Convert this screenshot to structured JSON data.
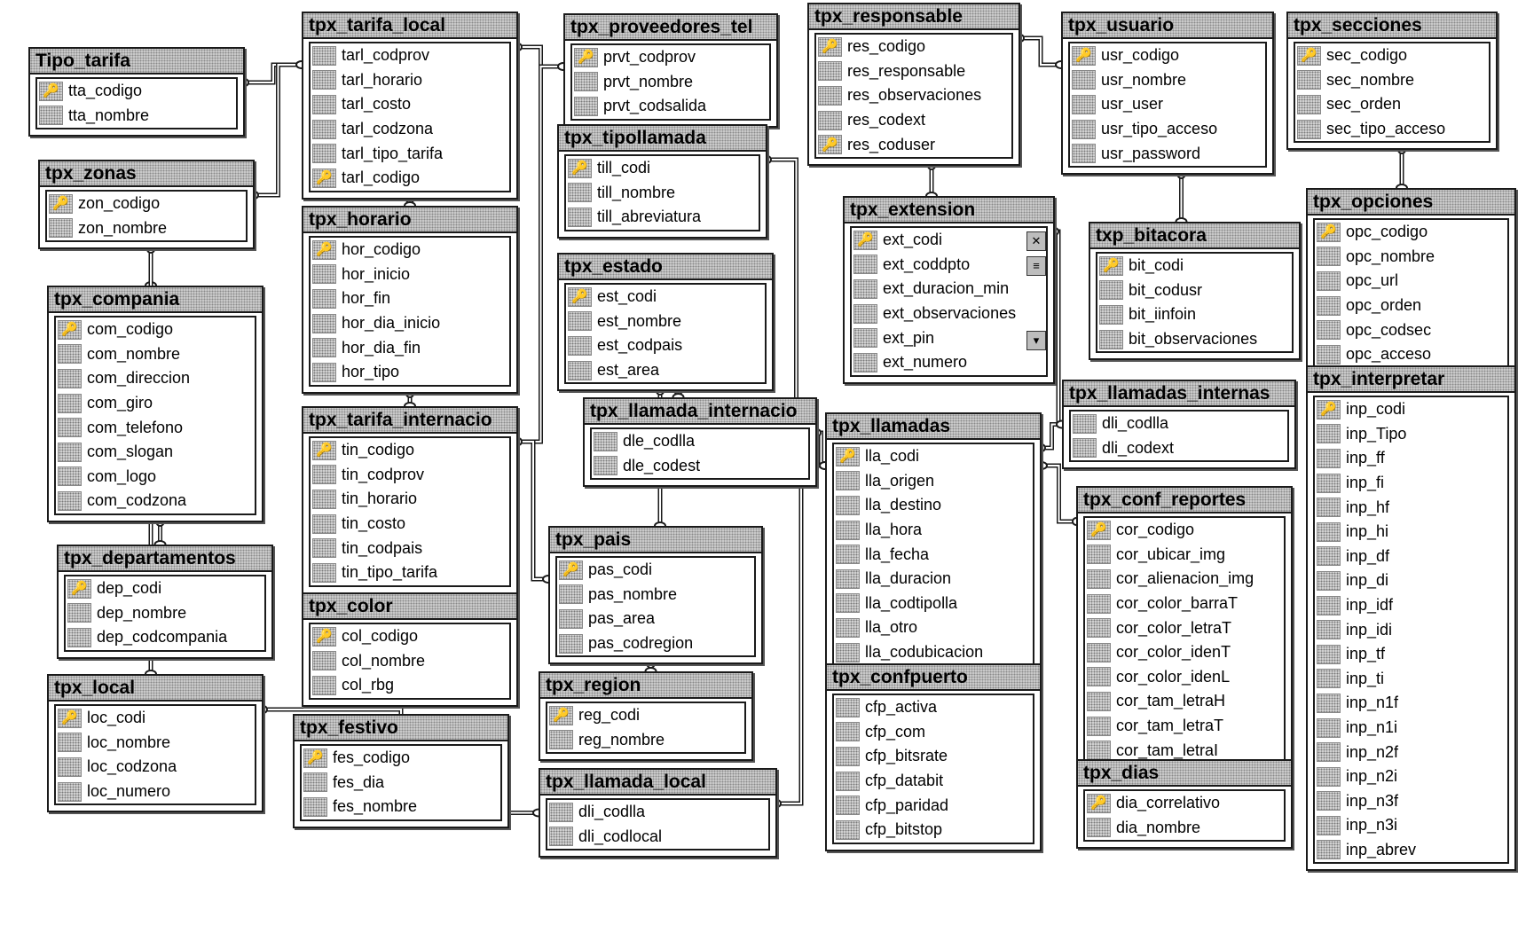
{
  "tables": [
    {
      "id": "tipo_tarifa",
      "title": "Tipo_tarifa",
      "fields": [
        {
          "name": "tta_codigo",
          "key": true
        },
        {
          "name": "tta_nombre",
          "key": false
        }
      ]
    },
    {
      "id": "tpx_tarifa_local",
      "title": "tpx_tarifa_local",
      "fields": [
        {
          "name": "tarl_codprov",
          "key": false
        },
        {
          "name": "tarl_horario",
          "key": false
        },
        {
          "name": "tarl_costo",
          "key": false
        },
        {
          "name": "tarl_codzona",
          "key": false
        },
        {
          "name": "tarl_tipo_tarifa",
          "key": false
        },
        {
          "name": "tarl_codigo",
          "key": true
        }
      ]
    },
    {
      "id": "tpx_proveedores_tel",
      "title": "tpx_proveedores_tel",
      "fields": [
        {
          "name": "prvt_codprov",
          "key": true
        },
        {
          "name": "prvt_nombre",
          "key": false
        },
        {
          "name": "prvt_codsalida",
          "key": false
        }
      ]
    },
    {
      "id": "tpx_responsable",
      "title": "tpx_responsable",
      "fields": [
        {
          "name": "res_codigo",
          "key": true
        },
        {
          "name": "res_responsable",
          "key": false
        },
        {
          "name": "res_observaciones",
          "key": false
        },
        {
          "name": "res_codext",
          "key": false
        },
        {
          "name": "res_coduser",
          "key": true
        }
      ]
    },
    {
      "id": "tpx_usuario",
      "title": "tpx_usuario",
      "fields": [
        {
          "name": "usr_codigo",
          "key": true
        },
        {
          "name": "usr_nombre",
          "key": false
        },
        {
          "name": "usr_user",
          "key": false
        },
        {
          "name": "usr_tipo_acceso",
          "key": false
        },
        {
          "name": "usr_password",
          "key": false
        }
      ]
    },
    {
      "id": "tpx_secciones",
      "title": "tpx_secciones",
      "fields": [
        {
          "name": "sec_codigo",
          "key": true
        },
        {
          "name": "sec_nombre",
          "key": false
        },
        {
          "name": "sec_orden",
          "key": false
        },
        {
          "name": "sec_tipo_acceso",
          "key": false
        }
      ]
    },
    {
      "id": "tpx_zonas",
      "title": "tpx_zonas",
      "fields": [
        {
          "name": "zon_codigo",
          "key": true
        },
        {
          "name": "zon_nombre",
          "key": false
        }
      ]
    },
    {
      "id": "tpx_tipollamada",
      "title": "tpx_tipollamada",
      "fields": [
        {
          "name": "till_codi",
          "key": true
        },
        {
          "name": "till_nombre",
          "key": false
        },
        {
          "name": "till_abreviatura",
          "key": false
        }
      ]
    },
    {
      "id": "tpx_horario",
      "title": "tpx_horario",
      "fields": [
        {
          "name": "hor_codigo",
          "key": true
        },
        {
          "name": "hor_inicio",
          "key": false
        },
        {
          "name": "hor_fin",
          "key": false
        },
        {
          "name": "hor_dia_inicio",
          "key": false
        },
        {
          "name": "hor_dia_fin",
          "key": false
        },
        {
          "name": "hor_tipo",
          "key": false
        }
      ]
    },
    {
      "id": "tpx_extension",
      "title": "tpx_extension",
      "fields": [
        {
          "name": "ext_codi",
          "key": true
        },
        {
          "name": "ext_coddpto",
          "key": false
        },
        {
          "name": "ext_duracion_min",
          "key": false
        },
        {
          "name": "ext_observaciones",
          "key": false
        },
        {
          "name": "ext_pin",
          "key": false
        },
        {
          "name": "ext_numero",
          "key": false
        }
      ]
    },
    {
      "id": "txp_bitacora",
      "title": "txp_bitacora",
      "fields": [
        {
          "name": "bit_codi",
          "key": true
        },
        {
          "name": "bit_codusr",
          "key": false
        },
        {
          "name": "bit_iinfoin",
          "key": false
        },
        {
          "name": "bit_observaciones",
          "key": false
        }
      ]
    },
    {
      "id": "tpx_opciones",
      "title": "tpx_opciones",
      "fields": [
        {
          "name": "opc_codigo",
          "key": true
        },
        {
          "name": "opc_nombre",
          "key": false
        },
        {
          "name": "opc_url",
          "key": false
        },
        {
          "name": "opc_orden",
          "key": false
        },
        {
          "name": "opc_codsec",
          "key": false
        },
        {
          "name": "opc_acceso",
          "key": false
        }
      ]
    },
    {
      "id": "tpx_compania",
      "title": "tpx_compania",
      "fields": [
        {
          "name": "com_codigo",
          "key": true
        },
        {
          "name": "com_nombre",
          "key": false
        },
        {
          "name": "com_direccion",
          "key": false
        },
        {
          "name": "com_giro",
          "key": false
        },
        {
          "name": "com_telefono",
          "key": false
        },
        {
          "name": "com_slogan",
          "key": false
        },
        {
          "name": "com_logo",
          "key": false
        },
        {
          "name": "com_codzona",
          "key": false
        }
      ]
    },
    {
      "id": "tpx_estado",
      "title": "tpx_estado",
      "fields": [
        {
          "name": "est_codi",
          "key": true
        },
        {
          "name": "est_nombre",
          "key": false
        },
        {
          "name": "est_codpais",
          "key": false
        },
        {
          "name": "est_area",
          "key": false
        }
      ]
    },
    {
      "id": "tpx_llamadas_internas",
      "title": "tpx_llamadas_internas",
      "fields": [
        {
          "name": "dli_codlla",
          "key": false
        },
        {
          "name": "dli_codext",
          "key": false
        }
      ]
    },
    {
      "id": "tpx_interpretar",
      "title": "tpx_interpretar",
      "fields": [
        {
          "name": "inp_codi",
          "key": true
        },
        {
          "name": "inp_Tipo",
          "key": false
        },
        {
          "name": "inp_ff",
          "key": false
        },
        {
          "name": "inp_fi",
          "key": false
        },
        {
          "name": "inp_hf",
          "key": false
        },
        {
          "name": "inp_hi",
          "key": false
        },
        {
          "name": "inp_df",
          "key": false
        },
        {
          "name": "inp_di",
          "key": false
        },
        {
          "name": "inp_idf",
          "key": false
        },
        {
          "name": "inp_idi",
          "key": false
        },
        {
          "name": "inp_tf",
          "key": false
        },
        {
          "name": "inp_ti",
          "key": false
        },
        {
          "name": "inp_n1f",
          "key": false
        },
        {
          "name": "inp_n1i",
          "key": false
        },
        {
          "name": "inp_n2f",
          "key": false
        },
        {
          "name": "inp_n2i",
          "key": false
        },
        {
          "name": "inp_n3f",
          "key": false
        },
        {
          "name": "inp_n3i",
          "key": false
        },
        {
          "name": "inp_abrev",
          "key": false
        }
      ]
    },
    {
      "id": "tpx_tarifa_internacio",
      "title": "tpx_tarifa_internacio",
      "fields": [
        {
          "name": "tin_codigo",
          "key": true
        },
        {
          "name": "tin_codprov",
          "key": false
        },
        {
          "name": "tin_horario",
          "key": false
        },
        {
          "name": "tin_costo",
          "key": false
        },
        {
          "name": "tin_codpais",
          "key": false
        },
        {
          "name": "tin_tipo_tarifa",
          "key": false
        }
      ]
    },
    {
      "id": "tpx_llamada_internacio",
      "title": "tpx_llamada_internacio",
      "fields": [
        {
          "name": "dle_codlla",
          "key": false
        },
        {
          "name": "dle_codest",
          "key": false
        }
      ]
    },
    {
      "id": "tpx_llamadas",
      "title": "tpx_llamadas",
      "fields": [
        {
          "name": "lla_codi",
          "key": true
        },
        {
          "name": "lla_origen",
          "key": false
        },
        {
          "name": "lla_destino",
          "key": false
        },
        {
          "name": "lla_hora",
          "key": false
        },
        {
          "name": "lla_fecha",
          "key": false
        },
        {
          "name": "lla_duracion",
          "key": false
        },
        {
          "name": "lla_codtipolla",
          "key": false
        },
        {
          "name": "lla_otro",
          "key": false
        },
        {
          "name": "lla_codubicacion",
          "key": false
        }
      ]
    },
    {
      "id": "tpx_conf_reportes",
      "title": "tpx_conf_reportes",
      "fields": [
        {
          "name": "cor_codigo",
          "key": true
        },
        {
          "name": "cor_ubicar_img",
          "key": false
        },
        {
          "name": "cor_alienacion_img",
          "key": false
        },
        {
          "name": "cor_color_barraT",
          "key": false
        },
        {
          "name": "cor_color_letraT",
          "key": false
        },
        {
          "name": "cor_color_idenT",
          "key": false
        },
        {
          "name": "cor_color_idenL",
          "key": false
        },
        {
          "name": "cor_tam_letraH",
          "key": false
        },
        {
          "name": "cor_tam_letraT",
          "key": false
        },
        {
          "name": "cor_tam_letraI",
          "key": false
        }
      ]
    },
    {
      "id": "tpx_pais",
      "title": "tpx_pais",
      "fields": [
        {
          "name": "pas_codi",
          "key": true
        },
        {
          "name": "pas_nombre",
          "key": false
        },
        {
          "name": "pas_area",
          "key": false
        },
        {
          "name": "pas_codregion",
          "key": false
        }
      ]
    },
    {
      "id": "tpx_departamentos",
      "title": "tpx_departamentos",
      "fields": [
        {
          "name": "dep_codi",
          "key": true
        },
        {
          "name": "dep_nombre",
          "key": false
        },
        {
          "name": "dep_codcompania",
          "key": false
        }
      ]
    },
    {
      "id": "tpx_color",
      "title": "tpx_color",
      "fields": [
        {
          "name": "col_codigo",
          "key": true
        },
        {
          "name": "col_nombre",
          "key": false
        },
        {
          "name": "col_rbg",
          "key": false
        }
      ]
    },
    {
      "id": "tpx_local",
      "title": "tpx_local",
      "fields": [
        {
          "name": "loc_codi",
          "key": true
        },
        {
          "name": "loc_nombre",
          "key": false
        },
        {
          "name": "loc_codzona",
          "key": false
        },
        {
          "name": "loc_numero",
          "key": false
        }
      ]
    },
    {
      "id": "tpx_region",
      "title": "tpx_region",
      "fields": [
        {
          "name": "reg_codi",
          "key": true
        },
        {
          "name": "reg_nombre",
          "key": false
        }
      ]
    },
    {
      "id": "tpx_confpuerto",
      "title": "tpx_confpuerto",
      "fields": [
        {
          "name": "cfp_activa",
          "key": false
        },
        {
          "name": "cfp_com",
          "key": false
        },
        {
          "name": "cfp_bitsrate",
          "key": false
        },
        {
          "name": "cfp_databit",
          "key": false
        },
        {
          "name": "cfp_paridad",
          "key": false
        },
        {
          "name": "cfp_bitstop",
          "key": false
        }
      ]
    },
    {
      "id": "tpx_festivo",
      "title": "tpx_festivo",
      "fields": [
        {
          "name": "fes_codigo",
          "key": true
        },
        {
          "name": "fes_dia",
          "key": false
        },
        {
          "name": "fes_nombre",
          "key": false
        }
      ]
    },
    {
      "id": "tpx_dias",
      "title": "tpx_dias",
      "fields": [
        {
          "name": "dia_correlativo",
          "key": true
        },
        {
          "name": "dia_nombre",
          "key": false
        }
      ]
    },
    {
      "id": "tpx_llamada_local",
      "title": "tpx_llamada_local",
      "fields": [
        {
          "name": "dli_codlla",
          "key": false
        },
        {
          "name": "dli_codlocal",
          "key": false
        }
      ]
    }
  ],
  "relationships": [
    [
      "tipo_tarifa",
      "tpx_tarifa_local"
    ],
    [
      "tpx_tarifa_local",
      "tpx_proveedores_tel"
    ],
    [
      "tpx_zonas",
      "tpx_tarifa_local"
    ],
    [
      "tpx_zonas",
      "tpx_compania"
    ],
    [
      "tpx_zonas",
      "tpx_local"
    ],
    [
      "tpx_horario",
      "tpx_tarifa_local"
    ],
    [
      "tpx_horario",
      "tpx_tarifa_internacio"
    ],
    [
      "tpx_tarifa_internacio",
      "tpx_proveedores_tel"
    ],
    [
      "tpx_tarifa_internacio",
      "tpx_pais"
    ],
    [
      "tpx_responsable",
      "tpx_usuario"
    ],
    [
      "tpx_responsable",
      "tpx_extension"
    ],
    [
      "tpx_usuario",
      "txp_bitacora"
    ],
    [
      "tpx_secciones",
      "tpx_opciones"
    ],
    [
      "tpx_tipollamada",
      "tpx_llamadas"
    ],
    [
      "tpx_estado",
      "tpx_llamada_internacio"
    ],
    [
      "tpx_estado",
      "tpx_pais"
    ],
    [
      "tpx_llamada_internacio",
      "tpx_llamadas"
    ],
    [
      "tpx_extension",
      "tpx_llamadas_internas"
    ],
    [
      "tpx_llamadas",
      "tpx_llamadas_internas"
    ],
    [
      "tpx_pais",
      "tpx_region"
    ],
    [
      "tpx_compania",
      "tpx_departamentos"
    ],
    [
      "tpx_local",
      "tpx_llamada_local"
    ],
    [
      "tpx_llamada_local",
      "tpx_llamadas"
    ],
    [
      "tpx_conf_reportes",
      "tpx_llamadas"
    ]
  ]
}
